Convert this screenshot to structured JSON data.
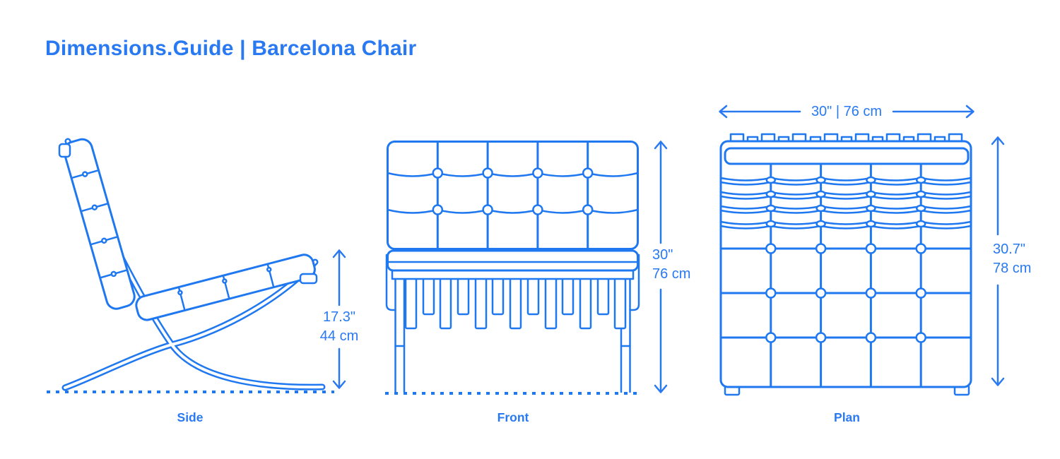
{
  "header": {
    "title": "Dimensions.Guide | Barcelona Chair"
  },
  "colors": {
    "accent": "#2979F2",
    "line": "#1F78F0",
    "background": "#FFFFFF"
  },
  "views": {
    "side": {
      "caption": "Side",
      "height_dimension": {
        "inches": "17.3\"",
        "centimeters": "44 cm"
      }
    },
    "front": {
      "caption": "Front",
      "height_dimension": {
        "inches": "30\"",
        "centimeters": "76 cm"
      }
    },
    "plan": {
      "caption": "Plan",
      "width_dimension": {
        "label": "30\" | 76 cm"
      },
      "depth_dimension": {
        "inches": "30.7\"",
        "centimeters": "78 cm"
      }
    }
  }
}
